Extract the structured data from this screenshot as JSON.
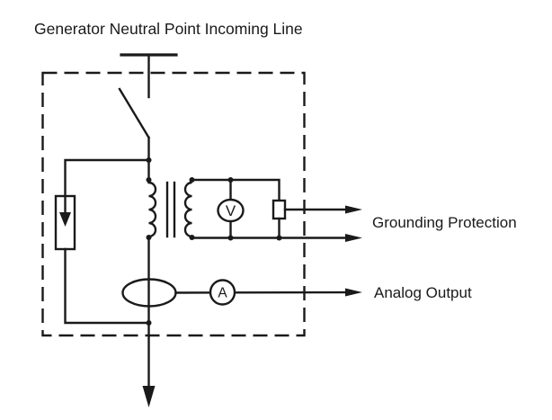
{
  "title": "Generator Neutral Point Incoming Line",
  "labels": {
    "grounding_protection": "Grounding Protection",
    "analog_output": "Analog Output"
  },
  "meters": {
    "voltmeter_symbol": "V",
    "ammeter_symbol": "A"
  },
  "symbols": [
    "incoming-line-bus-icon",
    "disconnect-switch-icon",
    "surge-arrester-icon",
    "voltage-transformer-icon",
    "voltmeter-icon",
    "resistor-icon",
    "current-transformer-icon",
    "ammeter-icon",
    "output-arrow-icon",
    "ground-outgoing-arrow-icon"
  ],
  "colors": {
    "line": "#1a1a1a",
    "background": "#ffffff"
  }
}
